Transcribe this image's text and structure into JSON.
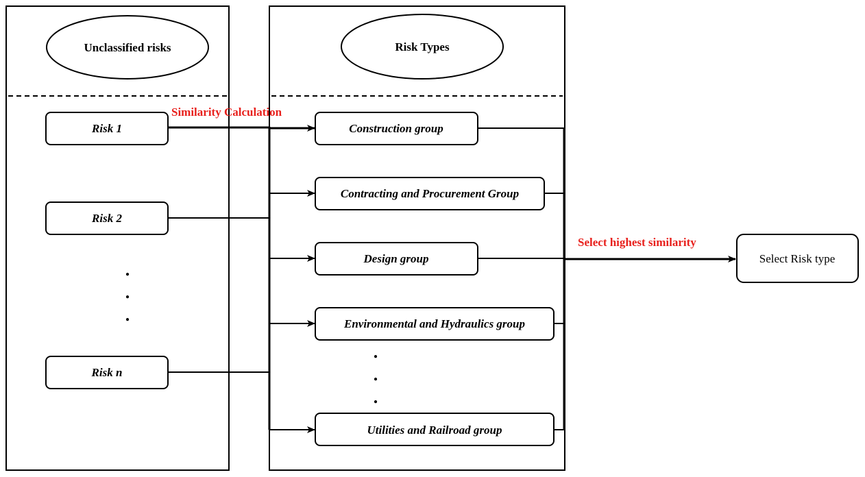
{
  "colors": {
    "stroke": "#000000",
    "label_accent": "#e8211d"
  },
  "panels": {
    "unclassified": {
      "title": "Unclassified risks",
      "risks": [
        "Risk 1",
        "Risk 2",
        "Risk n"
      ],
      "ellipsis": [
        ".",
        ".",
        "."
      ]
    },
    "types": {
      "title": "Risk Types",
      "groups": [
        "Construction group",
        "Contracting and Procurement Group",
        "Design group",
        "Environmental and Hydraulics group",
        "Utilities and Railroad group"
      ],
      "ellipsis": [
        ".",
        ".",
        "."
      ]
    }
  },
  "labels": {
    "similarity": "Similarity Calculation",
    "select_highest": "Select highest similarity"
  },
  "result": {
    "label": "Select Risk type"
  }
}
